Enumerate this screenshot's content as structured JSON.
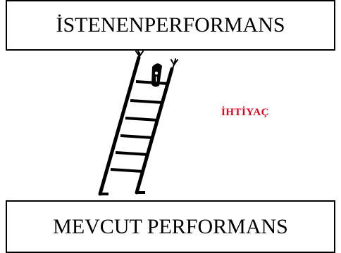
{
  "top_box": {
    "label": "İSTENENPERFORMANS"
  },
  "bottom_box": {
    "label": "MEVCUT PERFORMANS"
  },
  "need_label": {
    "text": "İHTİYAÇ",
    "color": "#e8001a"
  }
}
